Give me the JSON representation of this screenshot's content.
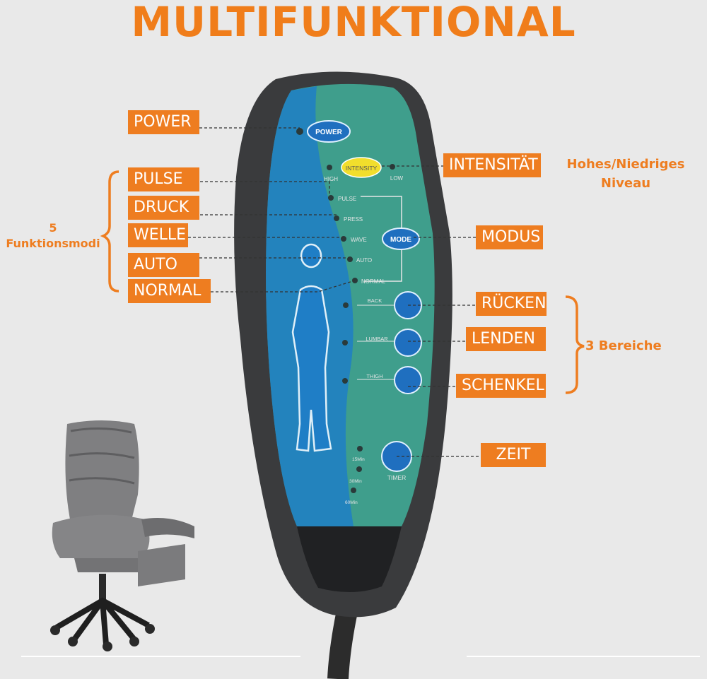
{
  "title": "MULTIFUNKTIONAL",
  "labels": {
    "power": "POWER",
    "intensity": "INTENSITÄT",
    "pulse": "PULSE",
    "druck": "DRUCK",
    "welle": "WELLE",
    "auto": "AUTO",
    "normal": "NORMAL",
    "modus": "MODUS",
    "ruecken": "RÜCKEN",
    "lenden": "LENDEN",
    "schenkel": "SCHENKEL",
    "zeit": "ZEIT"
  },
  "notes": {
    "intensity_line1": "Hohes/Niedriges",
    "intensity_line2": "Niveau",
    "modes_count": "5",
    "modes_word": "Funktionsmodi",
    "areas": "3 Bereiche"
  },
  "remote": {
    "power": "POWER",
    "intensity": "INTENSITY",
    "high": "HIGH",
    "low": "LOW",
    "pulse": "PULSE",
    "press": "PRESS",
    "wave": "WAVE",
    "auto": "AUTO",
    "normal": "NORMAL",
    "mode": "MODE",
    "back": "BACK",
    "lumbar": "LUMBAR",
    "thigh": "THIGH",
    "timer": "TIMER",
    "t15": "15Min",
    "t30": "30Min",
    "t60": "60Min"
  },
  "colors": {
    "accent": "#ee7d20",
    "panel": "#3f9e8c",
    "button": "#1f6fbf"
  }
}
